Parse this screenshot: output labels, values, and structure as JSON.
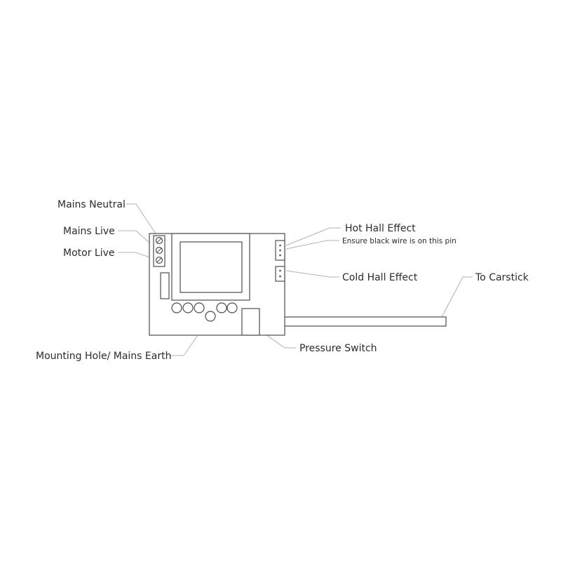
{
  "labels": {
    "mains_neutral": "Mains Neutral",
    "mains_live": "Mains Live",
    "motor_live": "Motor Live",
    "hot_hall_effect": "Hot Hall Effect",
    "ensure_black_wire": "Ensure black wire is on this pin",
    "cold_hall_effect": "Cold Hall Effect",
    "to_carstick": "To Carstick",
    "pressure_switch": "Pressure Switch",
    "mounting_hole": "Mounting Hole/ Mains Earth"
  },
  "colors": {
    "outline": "#4d4d4d",
    "leader": "#b3b3b3",
    "text": "#2b2b2b",
    "background": "#ffffff"
  }
}
